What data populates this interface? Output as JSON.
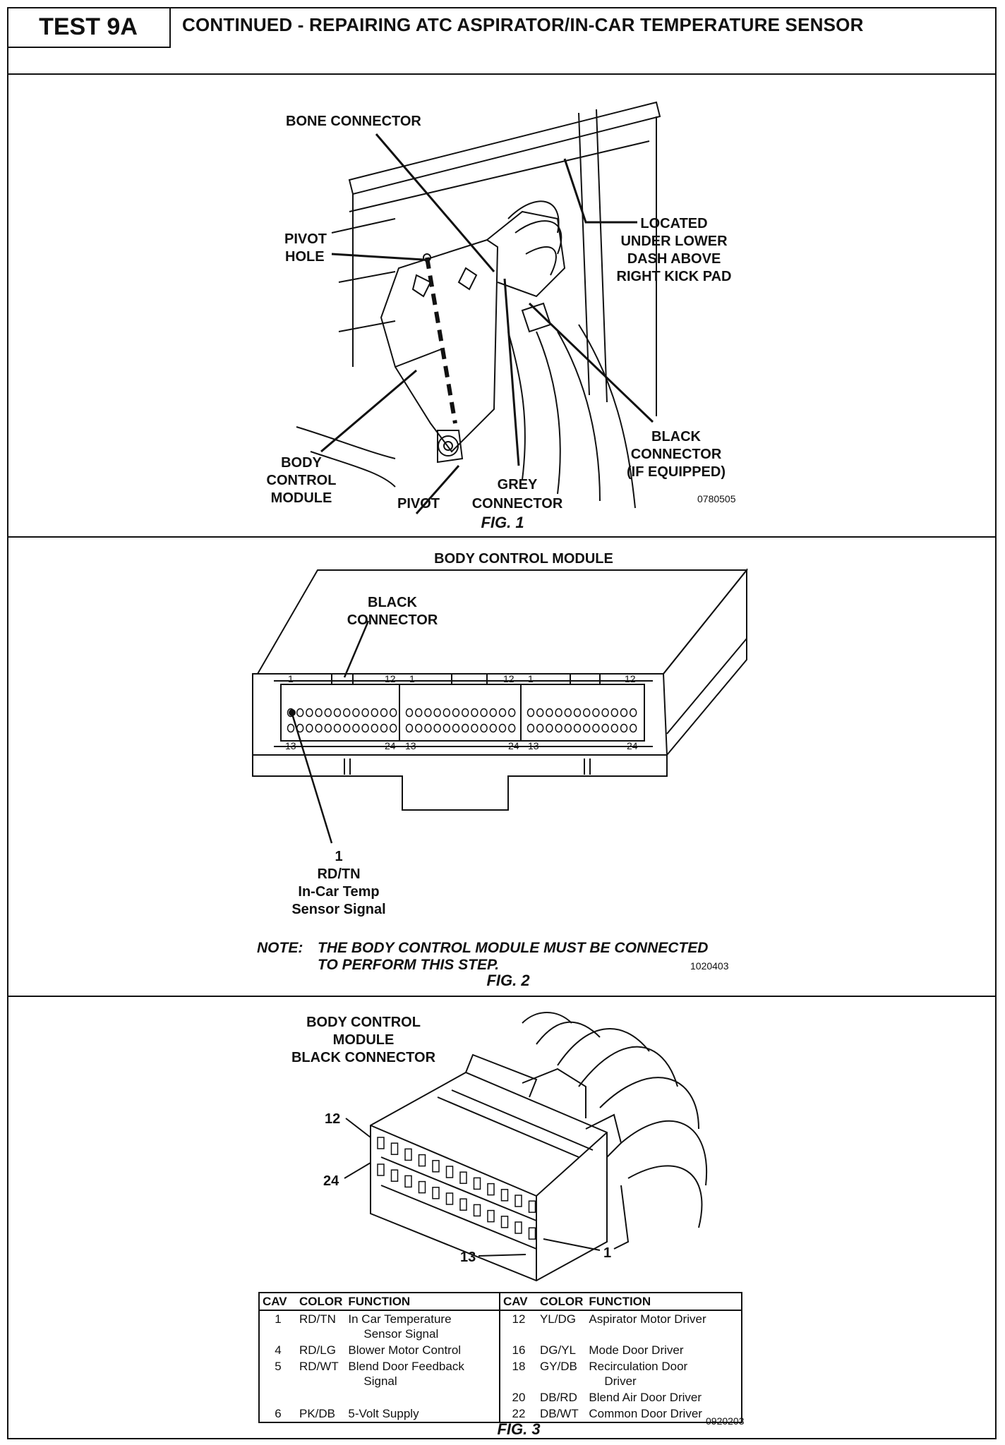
{
  "header": {
    "test_label": "TEST 9A",
    "title": "CONTINUED - REPAIRING ATC ASPIRATOR/IN-CAR TEMPERATURE SENSOR"
  },
  "fig1": {
    "bone_connector": "BONE CONNECTOR",
    "pivot_hole": [
      "PIVOT",
      "HOLE"
    ],
    "located": [
      "LOCATED",
      "UNDER LOWER",
      "DASH ABOVE",
      "RIGHT KICK PAD"
    ],
    "black_connector": [
      "BLACK",
      "CONNECTOR",
      "(IF EQUIPPED)"
    ],
    "body_control_module": [
      "BODY",
      "CONTROL",
      "MODULE"
    ],
    "pivot": "PIVOT",
    "grey_connector": [
      "GREY",
      "CONNECTOR"
    ],
    "code": "0780505",
    "caption": "FIG. 1"
  },
  "fig2": {
    "title": "BODY CONTROL MODULE",
    "black_connector": [
      "BLACK",
      "CONNECTOR"
    ],
    "pin_top": [
      "1",
      "12",
      "1",
      "12",
      "1",
      "12"
    ],
    "pin_bottom": [
      "13",
      "24",
      "13",
      "24",
      "13",
      "24"
    ],
    "callout": [
      "1",
      "RD/TN",
      "In-Car Temp",
      "Sensor Signal"
    ],
    "note_label": "NOTE:",
    "note_text": [
      "THE BODY CONTROL MODULE MUST BE CONNECTED",
      "TO PERFORM THIS STEP."
    ],
    "code": "1020403",
    "caption": "FIG. 2"
  },
  "fig3": {
    "title": [
      "BODY CONTROL",
      "MODULE",
      "BLACK CONNECTOR"
    ],
    "pin_12": "12",
    "pin_24": "24",
    "pin_13": "13",
    "pin_1": "1",
    "code": "0920203",
    "caption": "FIG. 3",
    "table": {
      "headers": [
        "CAV",
        "COLOR",
        "FUNCTION",
        "CAV",
        "COLOR",
        "FUNCTION"
      ],
      "left": [
        {
          "cav": "1",
          "color": "RD/TN",
          "function": "In Car Temperature",
          "function2": "Sensor Signal"
        },
        {
          "cav": "4",
          "color": "RD/LG",
          "function": "Blower Motor Control",
          "function2": ""
        },
        {
          "cav": "5",
          "color": "RD/WT",
          "function": "Blend Door Feedback",
          "function2": "Signal"
        },
        {
          "cav": "6",
          "color": "PK/DB",
          "function": "5-Volt Supply",
          "function2": ""
        }
      ],
      "right": [
        {
          "cav": "12",
          "color": "YL/DG",
          "function": "Aspirator Motor Driver",
          "function2": ""
        },
        {
          "cav": "16",
          "color": "DG/YL",
          "function": "Mode Door Driver",
          "function2": ""
        },
        {
          "cav": "18",
          "color": "GY/DB",
          "function": "Recirculation Door",
          "function2": "Driver"
        },
        {
          "cav": "20",
          "color": "DB/RD",
          "function": "Blend Air Door Driver",
          "function2": ""
        },
        {
          "cav": "22",
          "color": "DB/WT",
          "function": "Common Door Driver",
          "function2": ""
        }
      ]
    }
  }
}
